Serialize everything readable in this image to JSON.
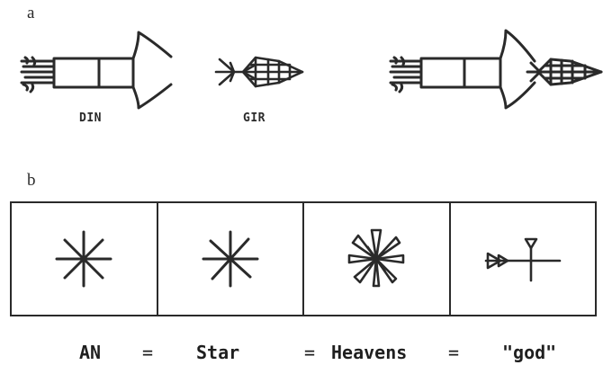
{
  "panel_a": {
    "label": "a",
    "captions": {
      "din": "DIN",
      "gir": "GIR"
    },
    "glyphs": [
      "din-sign",
      "gir-sign",
      "din-gir-compound-sign"
    ]
  },
  "panel_b": {
    "label": "b",
    "cells": [
      {
        "glyph": "eight-pointed-star-sign"
      },
      {
        "glyph": "eight-pointed-star-sign"
      },
      {
        "glyph": "wedged-star-sign"
      },
      {
        "glyph": "cuneiform-an-sign"
      }
    ]
  },
  "equation": {
    "terms": [
      "AN",
      "Star",
      "Heavens",
      "\"god\""
    ],
    "separator": "="
  },
  "colors": {
    "ink": "#2a2a2a",
    "background": "#ffffff"
  }
}
